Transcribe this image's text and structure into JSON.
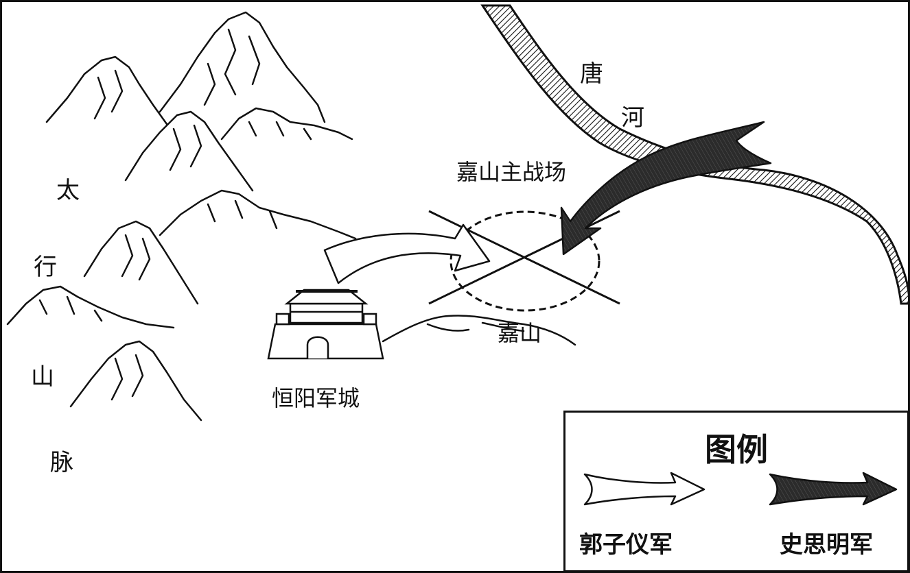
{
  "map": {
    "mountain_range_chars": [
      "太",
      "行",
      "山",
      "脉"
    ],
    "river_chars": [
      "唐",
      "河"
    ],
    "battlefield_label": "嘉山主战场",
    "hill_label": "嘉山",
    "city_label": "恒阳军城"
  },
  "legend": {
    "title": "图例",
    "items": [
      {
        "label": "郭子仪军",
        "style": "hollow-arrow",
        "color": "#ffffff"
      },
      {
        "label": "史思明军",
        "style": "solid-arrow",
        "color": "#333333"
      }
    ]
  },
  "colors": {
    "ink": "#111111",
    "dark_arrow": "#333333",
    "paper": "#ffffff"
  },
  "icons": [
    "mountain-icon",
    "city-gate-icon",
    "crossed-swords-icon"
  ]
}
